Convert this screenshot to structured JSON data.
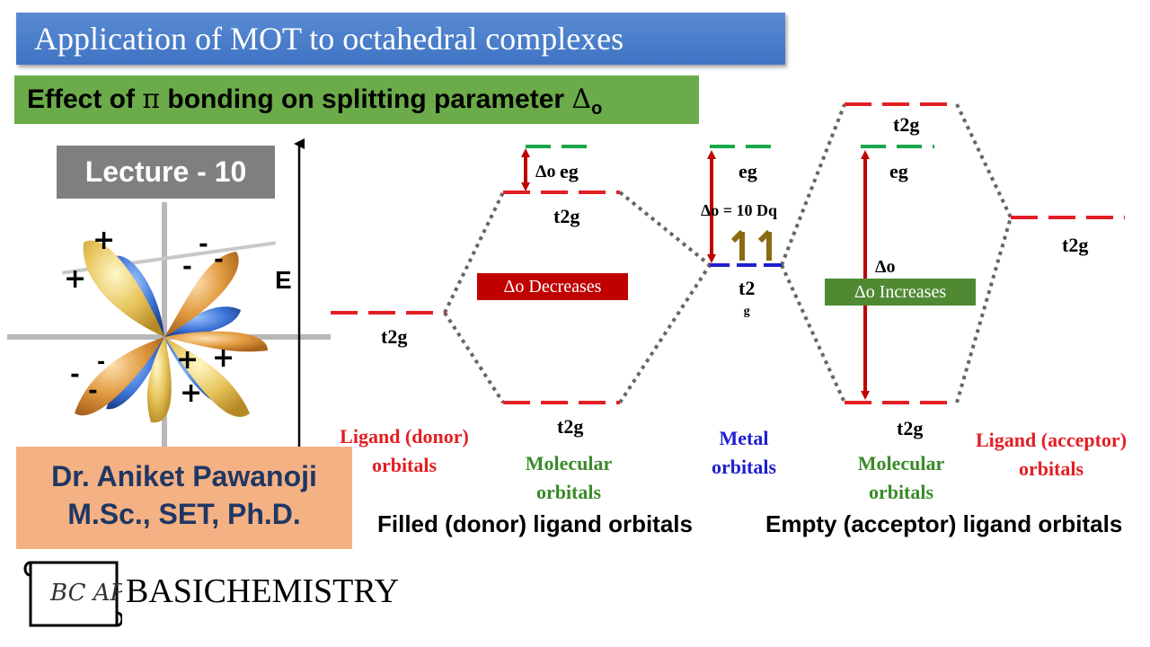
{
  "title": "Application of MOT to octahedral complexes",
  "subtitle": {
    "prefix": "Effect of ",
    "symbol": "π",
    "middle": " bonding on splitting parameter ",
    "delta": "Δ",
    "sub": "o"
  },
  "lecture": "Lecture - 10",
  "author": {
    "name": "Dr. Aniket Pawanoji",
    "degrees": "M.Sc., SET, Ph.D."
  },
  "brand": "BASICHEMISTRY",
  "logo_text": "BC AP",
  "energy_axis_label": "E",
  "labels": {
    "t2g": "t2g",
    "eg": "eg",
    "delta_o": "Δo",
    "delta_eq": "Δo = 10 Dq",
    "decreases": "Δo Decreases",
    "increases": "Δo Increases",
    "ligand_donor": [
      "Ligand (donor)",
      "orbitals"
    ],
    "molecular_orbitals": [
      "Molecular",
      "orbitals"
    ],
    "metal_orbitals": [
      "Metal",
      "orbitals"
    ],
    "ligand_acceptor": [
      "Ligand  (acceptor)",
      "orbitals"
    ],
    "metal_t2_split": [
      "t2",
      "g"
    ]
  },
  "captions": {
    "filled": "Filled (donor) ligand orbitals",
    "empty": "Empty (acceptor) ligand orbitals"
  },
  "colors": {
    "title_bg": "#4a7fcb",
    "subtitle_bg": "#6bab4a",
    "lecture_bg": "#7f7f7f",
    "author_bg": "#f4b183",
    "level_red": "#e31e24",
    "level_green": "#1aa64b",
    "level_blue": "#1f1fcf",
    "arrow_red": "#c00000"
  }
}
